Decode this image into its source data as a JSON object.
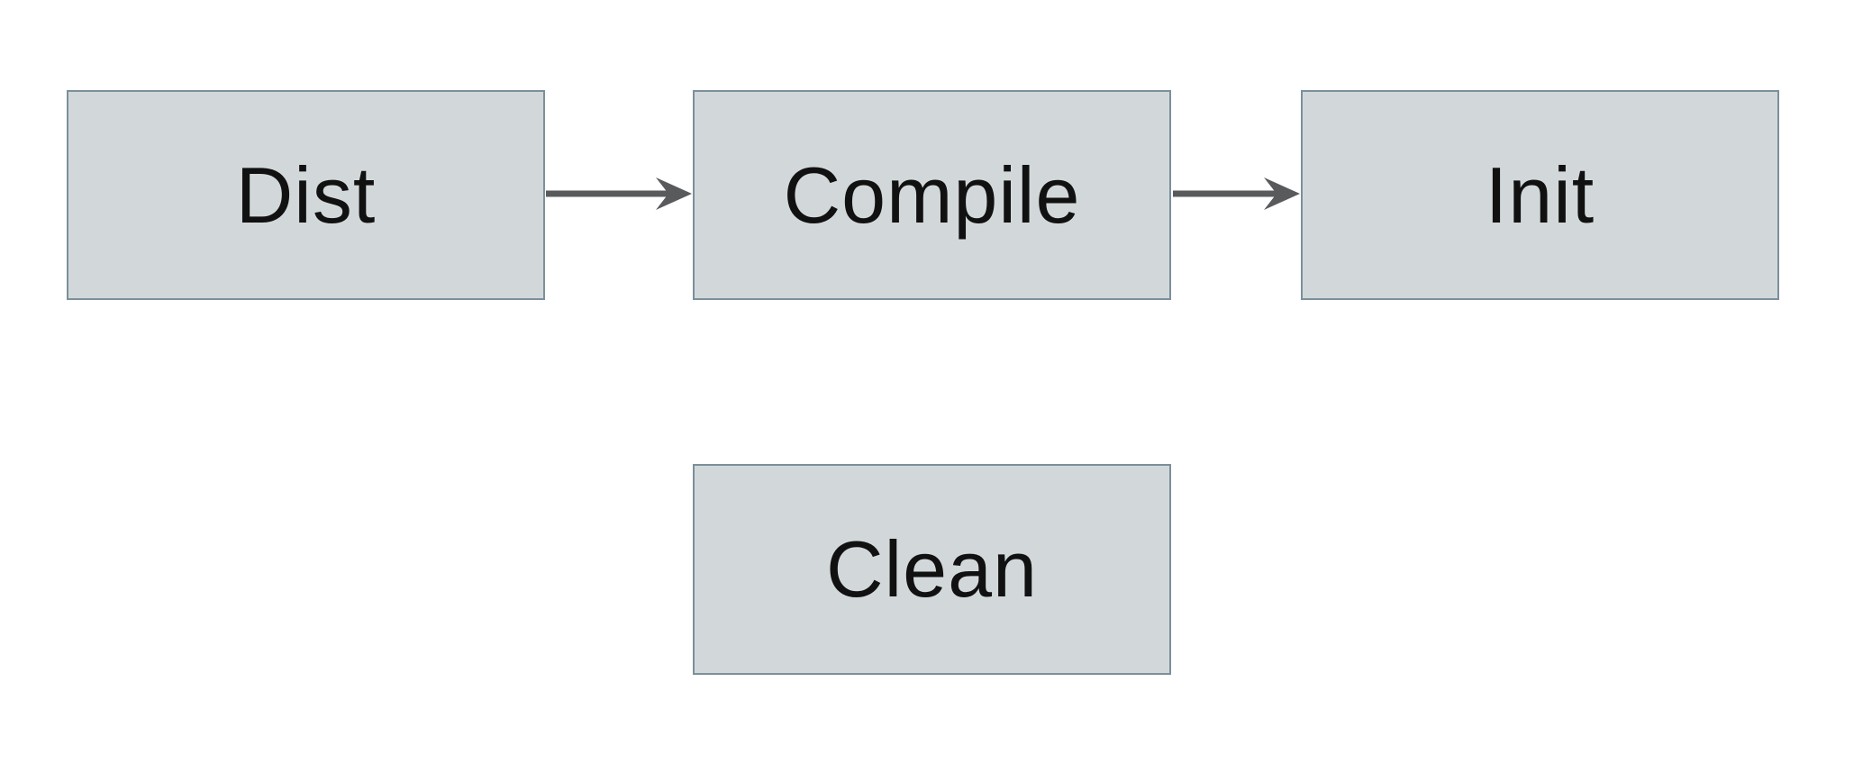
{
  "diagram": {
    "title": "build-targets-flowchart",
    "nodes": [
      {
        "id": "dist",
        "label": "Dist"
      },
      {
        "id": "compile",
        "label": "Compile"
      },
      {
        "id": "init",
        "label": "Init"
      },
      {
        "id": "clean",
        "label": "Clean"
      }
    ],
    "edges": [
      {
        "from": "dist",
        "to": "compile",
        "direction": "right"
      },
      {
        "from": "compile",
        "to": "init",
        "direction": "right"
      }
    ],
    "colors": {
      "node_fill": "#d2d8da",
      "node_border": "#7b909b",
      "arrow": "#595a5c",
      "text": "#111111",
      "background": "#ffffff"
    }
  }
}
